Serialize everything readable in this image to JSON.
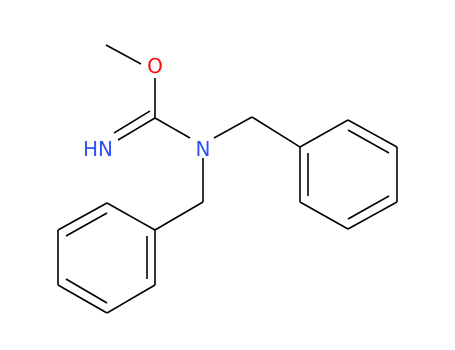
{
  "molecule": {
    "atoms": {
      "oxygen": {
        "symbol": "O",
        "color": "#ff0d0d"
      },
      "imine_nitrogen": {
        "symbol": "HN",
        "color": "#3050f8"
      },
      "amine_nitrogen": {
        "symbol": "N",
        "color": "#3050f8"
      }
    },
    "bond_color": "#000000"
  }
}
